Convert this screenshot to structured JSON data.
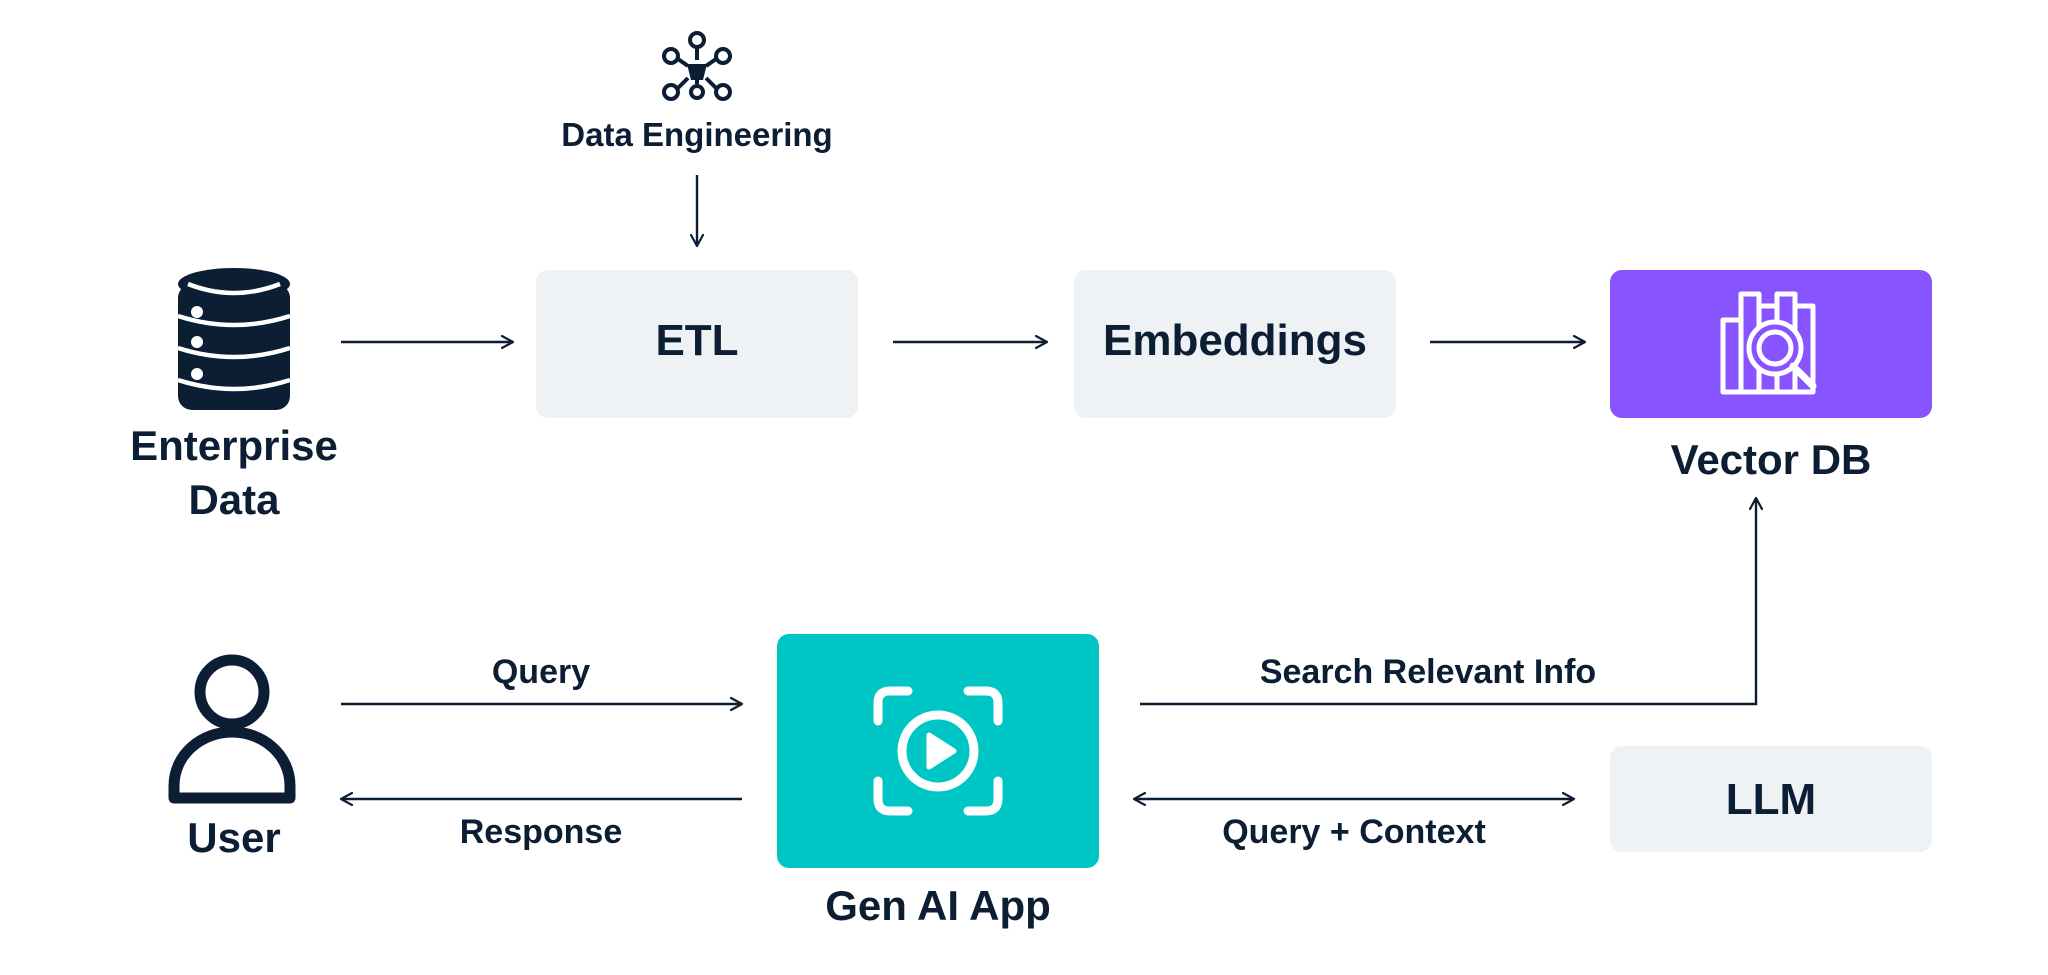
{
  "nodes": {
    "data_engineering": {
      "label": "Data Engineering",
      "icon": "network-hub-icon"
    },
    "enterprise_data": {
      "label_line1": "Enterprise",
      "label_line2": "Data",
      "icon": "database-icon"
    },
    "etl": {
      "label": "ETL"
    },
    "embeddings": {
      "label": "Embeddings"
    },
    "vector_db": {
      "label": "Vector DB",
      "icon": "chart-search-icon"
    },
    "user": {
      "label": "User",
      "icon": "user-icon"
    },
    "gen_ai_app": {
      "label": "Gen AI App",
      "icon": "play-scan-icon"
    },
    "llm": {
      "label": "LLM"
    }
  },
  "edges": {
    "query": "Query",
    "response": "Response",
    "search_relevant_info": "Search Relevant Info",
    "query_context": "Query + Context"
  },
  "colors": {
    "text": "#0b1e33",
    "box_gray": "#eff2f5",
    "vector_purple": "#8854ff",
    "genai_teal": "#00c5c5",
    "icon_white": "#ffffff"
  }
}
